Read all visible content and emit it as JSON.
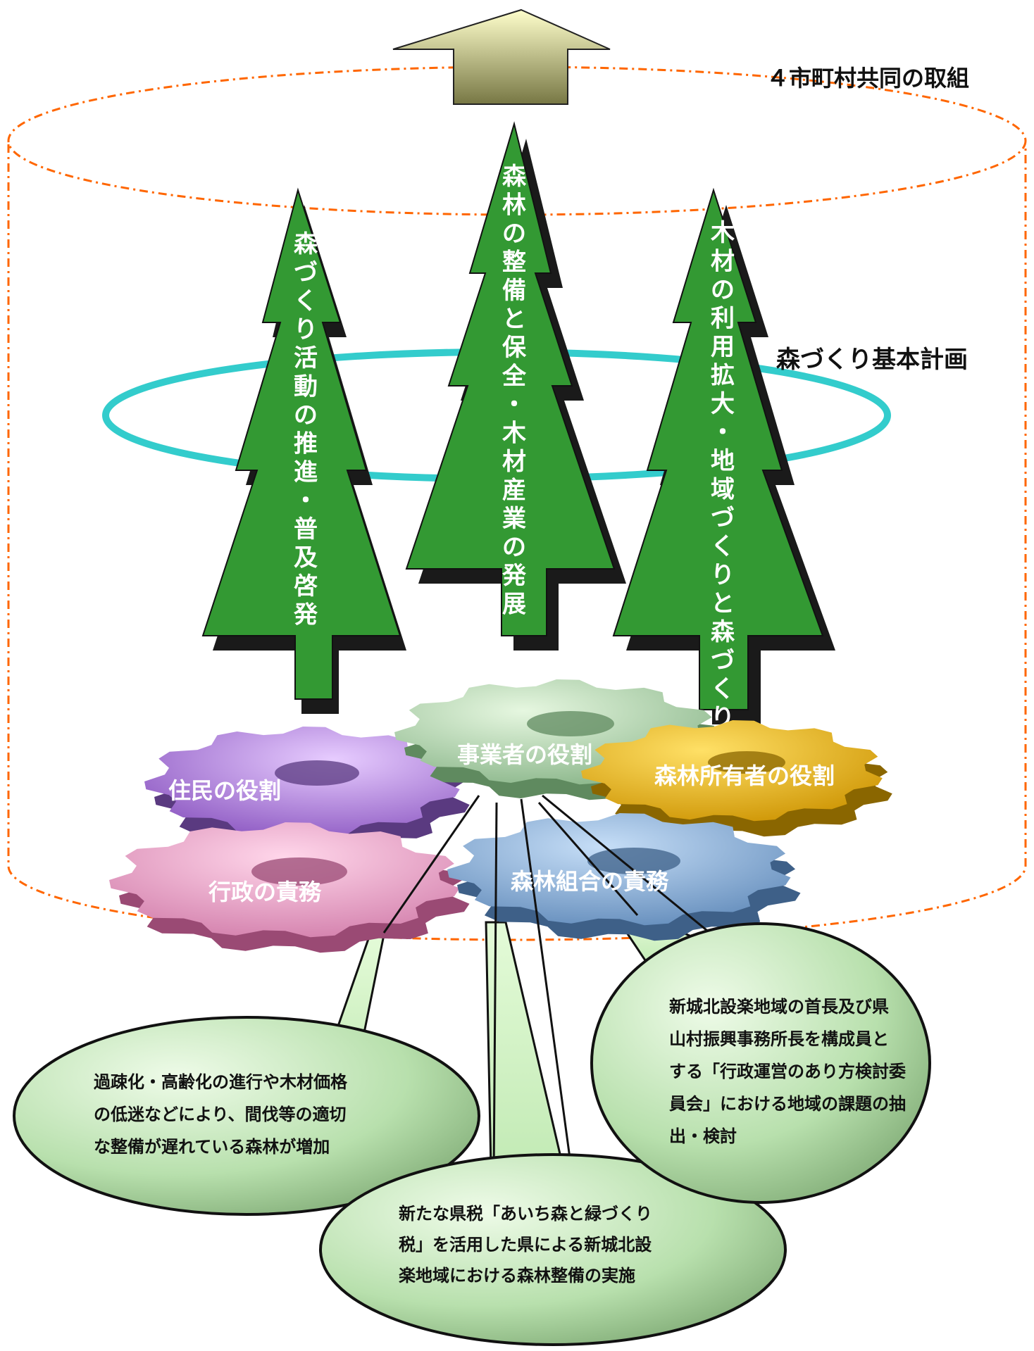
{
  "labels": {
    "joint_effort": "４市町村共同の取組",
    "basic_plan": "森づくり基本計画"
  },
  "trees": [
    {
      "label": "森づくり活動の推進・普及啓発"
    },
    {
      "label": "森林の整備と保全・木材産業の発展"
    },
    {
      "label": "木材の利用拡大・地域づくりと森づくり"
    }
  ],
  "gears": {
    "residents": "住民の役割",
    "business": "事業者の役割",
    "owners": "森林所有者の役割",
    "government": "行政の責務",
    "cooperative": "森林組合の責務"
  },
  "bubbles": {
    "left": [
      "過疎化・高齢化の進行や木材価格",
      "の低迷などにより、間伐等の適切",
      "な整備が遅れている森林が増加"
    ],
    "center": [
      "新たな県税「あいち森と緑づくり",
      "税」を活用した県による新城北設",
      "楽地域における森林整備の実施"
    ],
    "right": [
      "新城北設楽地域の首長及び県",
      "山村振興事務所長を構成員と",
      "する「行政運営のあり方検討委",
      "員会」における地域の課題の抽",
      "出・検討"
    ]
  },
  "colors": {
    "tree": "#339933",
    "ellipse": "#33cccc",
    "cylinder": "#ff6600",
    "arrow": "#cccc66",
    "gear_residents": "#9966cc",
    "gear_business": "#99cc99",
    "gear_owners": "#e6ac00",
    "gear_government": "#ff99cc",
    "gear_cooperative": "#6699cc",
    "bubble": "#b8e6b0"
  }
}
